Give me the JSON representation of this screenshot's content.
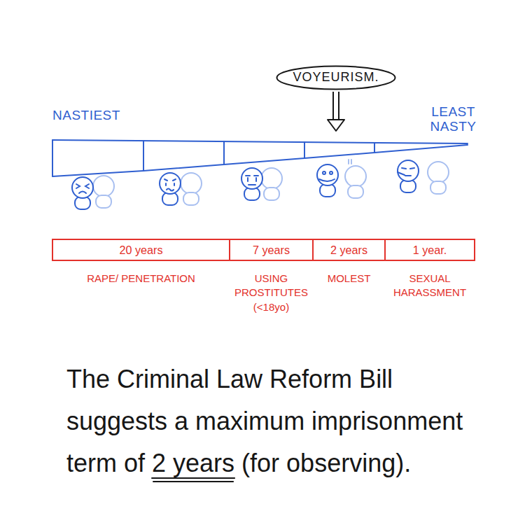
{
  "diagram": {
    "caption": "The Criminal Law Reform Bill suggests a maximum imprisonment term of 2 years (for observing).",
    "nodes": [
      {
        "text": [
          "VOYEURISM."
        ]
      },
      {
        "text": [
          "20 years",
          "RAPE/ PENETRATION"
        ]
      },
      {
        "text": [
          "7 years",
          "USING PROSTITUTES (<18yo)"
        ]
      },
      {
        "text": [
          "2 years",
          "MOLEST"
        ]
      },
      {
        "text": [
          "1 year.",
          "SEXUAL HARASSMENT"
        ]
      }
    ],
    "labels": [
      "NASTIEST",
      "LEAST NASTY"
    ]
  }
}
